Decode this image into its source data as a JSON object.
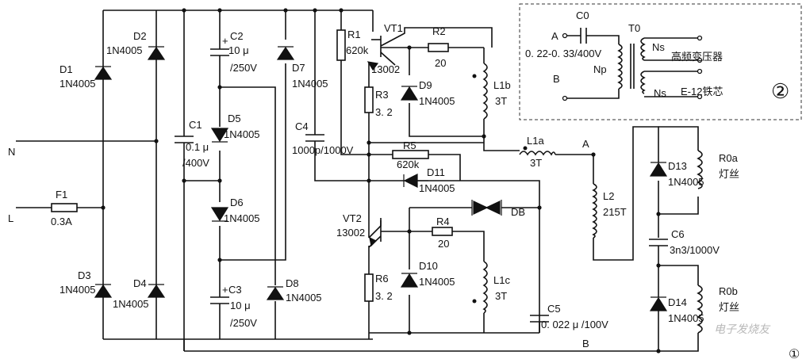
{
  "nodes": {
    "n": "N",
    "l": "L",
    "a": "A",
    "b": "B"
  },
  "fuse": {
    "name": "F1",
    "value": "0.3A"
  },
  "bridge": {
    "d1": {
      "name": "D1",
      "value": "1N4005"
    },
    "d2": {
      "name": "D2",
      "value": "1N4005"
    },
    "d3": {
      "name": "D3",
      "value": "1N4005"
    },
    "d4": {
      "name": "D4",
      "value": "1N4005"
    }
  },
  "filter": {
    "c1": {
      "name": "C1",
      "value1": "0.1 μ",
      "value2": "/400V"
    },
    "c2": {
      "name": "C2",
      "value1": "10 μ",
      "value2": "/250V"
    },
    "c3": {
      "name": "C3",
      "value1": "10 μ",
      "value2": "/250V"
    },
    "d5": {
      "name": "D5",
      "value": "1N4005"
    },
    "d6": {
      "name": "D6",
      "value": "1N4005"
    },
    "d7": {
      "name": "D7",
      "value": "1N4005"
    },
    "d8": {
      "name": "D8",
      "value": "1N4005"
    },
    "plus": "+"
  },
  "upper": {
    "c4": {
      "name": "C4",
      "value": "1000p/1000V"
    },
    "r1": {
      "name": "R1",
      "value": "620k"
    },
    "vt1": {
      "name": "VT1",
      "value": "13002"
    },
    "r2": {
      "name": "R2",
      "value": "20"
    },
    "r3": {
      "name": "R3",
      "value": "3. 2"
    },
    "d9": {
      "name": "D9",
      "value": "1N4005"
    },
    "l1b": {
      "name": "L1b",
      "value": "3T"
    }
  },
  "middle": {
    "r5": {
      "name": "R5",
      "value": "620k"
    },
    "d11": {
      "name": "D11",
      "value": "1N4005"
    },
    "l1a": {
      "name": "L1a",
      "value": "3T"
    },
    "l2": {
      "name": "L2",
      "value": "215T"
    },
    "db": {
      "name": "DB"
    }
  },
  "lower": {
    "vt2": {
      "name": "VT2",
      "value": "13002"
    },
    "r4": {
      "name": "R4",
      "value": "20"
    },
    "r6": {
      "name": "R6",
      "value": "3. 2"
    },
    "d10": {
      "name": "D10",
      "value": "1N4005"
    },
    "l1c": {
      "name": "L1c",
      "value": "3T"
    },
    "c5": {
      "name": "C5",
      "value": "0. 022 μ /100V"
    }
  },
  "lamp": {
    "d13": {
      "name": "D13",
      "value": "1N4005"
    },
    "d14": {
      "name": "D14",
      "value": "1N4005"
    },
    "c6": {
      "name": "C6",
      "value": "3n3/1000V"
    },
    "r0a": {
      "name": "R0a",
      "desc": "灯丝"
    },
    "r0b": {
      "name": "R0b",
      "desc": "灯丝"
    }
  },
  "inset": {
    "c0": {
      "name": "C0",
      "value": "0. 22-0. 33/400V"
    },
    "t0": {
      "name": "T0",
      "desc": "高频变压器"
    },
    "np": "Np",
    "ns1": "Ns",
    "ns2": "Ns",
    "core": "E-12铁芯",
    "a": "A",
    "b": "B",
    "number": "②"
  },
  "figure_number": "①",
  "watermark": "电子发烧友"
}
